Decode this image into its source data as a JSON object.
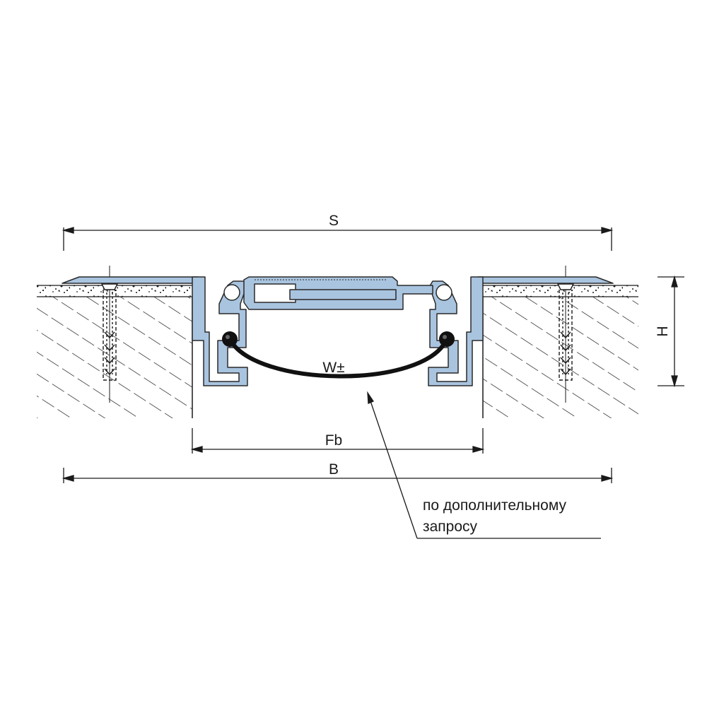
{
  "dimensions": {
    "s_label": "S",
    "h_label": "H",
    "w_label": "W±",
    "fb_label": "Fb",
    "b_label": "B"
  },
  "note": {
    "line1": "по дополнительному",
    "line2": "запросу"
  },
  "colors": {
    "profile_fill": "#a9c4df",
    "profile_stroke": "#2a2a2a",
    "line": "#1a1a1a",
    "insert_fill": "#ffffff"
  }
}
